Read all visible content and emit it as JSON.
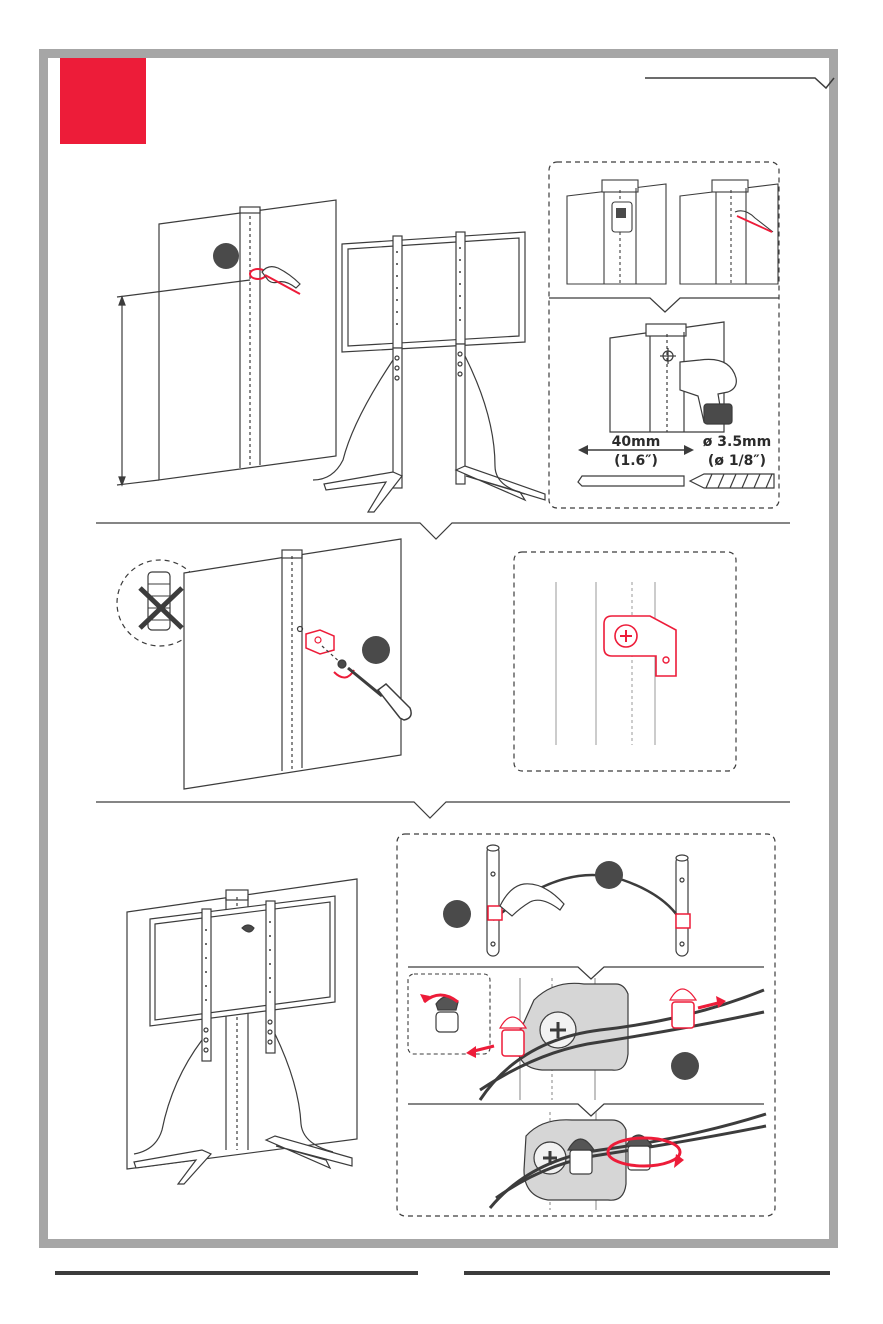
{
  "colors": {
    "accent": "#ed1c39",
    "frame": "#a6a6a6",
    "line": "#3c3c3c",
    "dark": "#4a4a4a"
  },
  "step": {
    "number_badge_color": "#ed1c39"
  },
  "drill_spec": {
    "depth_metric": "40mm",
    "depth_imperial": "(1.6″)",
    "bit_metric": "ø 3.5mm",
    "bit_imperial": "(ø 1/8″)"
  },
  "icons": {
    "no_wall_anchor": "crossed-out-anchor-icon",
    "pencil_hand": "hand-pencil-icon",
    "drill": "power-drill-icon",
    "screwdriver": "screwdriver-icon",
    "clip_bracket": "l-bracket-icon"
  }
}
